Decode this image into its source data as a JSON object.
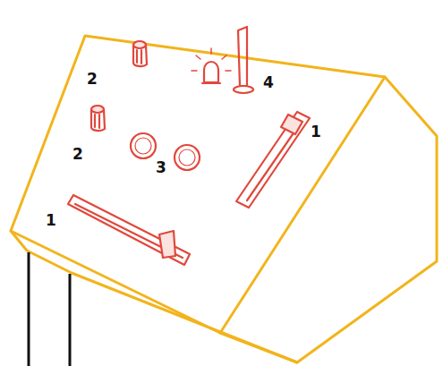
{
  "diagram": {
    "labels": [
      "2",
      "4",
      "1",
      "2",
      "3",
      "1"
    ]
  }
}
